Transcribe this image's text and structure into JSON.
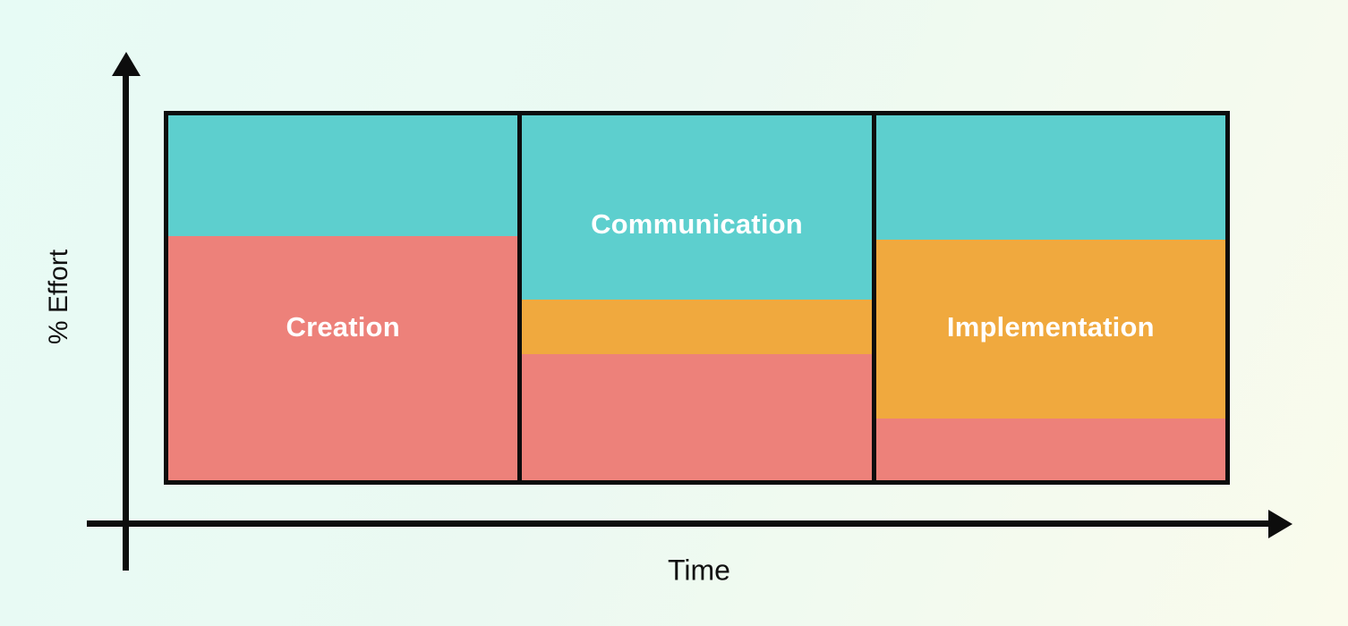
{
  "axes": {
    "x_label": "Time",
    "y_label": "% Effort"
  },
  "colors": {
    "teal": "#5dcfce",
    "orange": "#f0a93e",
    "red": "#ed817a",
    "axis": "#0d0d0d",
    "label_text": "#ffffff",
    "background_left": "#e7fbf5",
    "background_right": "#fafbec"
  },
  "columns": [
    {
      "id": "creation",
      "label": "Creation",
      "label_y_pct": 58,
      "segments": [
        {
          "color": "teal",
          "pct": 33
        },
        {
          "color": "red",
          "pct": 67
        }
      ]
    },
    {
      "id": "communication",
      "label": "Communication",
      "label_y_pct": 30,
      "segments": [
        {
          "color": "teal",
          "pct": 50.5
        },
        {
          "color": "orange",
          "pct": 15
        },
        {
          "color": "red",
          "pct": 34.5
        }
      ]
    },
    {
      "id": "implementation",
      "label": "Implementation",
      "label_y_pct": 58,
      "segments": [
        {
          "color": "teal",
          "pct": 34
        },
        {
          "color": "orange",
          "pct": 49
        },
        {
          "color": "red",
          "pct": 17
        }
      ]
    }
  ],
  "chart_data": {
    "type": "bar",
    "subtype": "100%-stacked phase chart, three equal-width phases along time axis",
    "title": "",
    "xlabel": "Time",
    "ylabel": "% Effort",
    "ylim": [
      0,
      100
    ],
    "grid": false,
    "legend": false,
    "categories": [
      "Creation",
      "Communication",
      "Implementation"
    ],
    "stack_order_top_to_bottom": [
      "teal",
      "orange",
      "red"
    ],
    "series": [
      {
        "name": "teal segment",
        "color": "#5dcfce",
        "values": [
          33,
          50.5,
          34
        ]
      },
      {
        "name": "orange segment",
        "color": "#f0a93e",
        "values": [
          0,
          15,
          49
        ]
      },
      {
        "name": "red segment",
        "color": "#ed817a",
        "values": [
          67,
          34.5,
          17
        ]
      }
    ],
    "segment_labels": [
      {
        "text": "Creation",
        "phase": 1,
        "placed_in": "red segment"
      },
      {
        "text": "Communication",
        "phase": 2,
        "placed_in": "teal segment"
      },
      {
        "text": "Implementation",
        "phase": 3,
        "placed_in": "orange segment"
      }
    ]
  }
}
